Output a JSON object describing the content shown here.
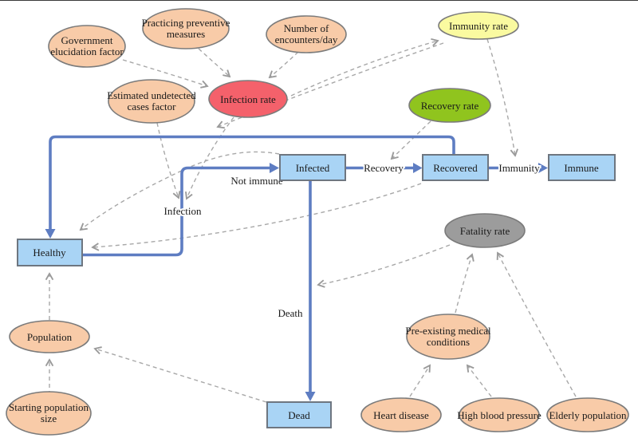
{
  "colors": {
    "flow_blue": "#5e7dc2",
    "flow_label_blue": "#4a6bc4",
    "link_gray": "#a8a8a8",
    "stock_fill": "#a9d4f5",
    "peach": "#f8cba8",
    "red": "#f4616b",
    "yellow": "#fafaa0",
    "green": "#90c41e",
    "gray": "#9c9c9c"
  },
  "variables": {
    "government": {
      "line1": "Government",
      "line2": "elucidation factor"
    },
    "practicing": {
      "line1": "Practicing preventive",
      "line2": "measures"
    },
    "encounters": {
      "line1": "Number of",
      "line2": "encounters/day"
    },
    "immunity_rate": {
      "label": "Immunity rate"
    },
    "infection_rate": {
      "label": "Infection rate"
    },
    "estimated": {
      "line1": "Estimated undetected",
      "line2": "cases factor"
    },
    "recovery_rate": {
      "label": "Recovery rate"
    },
    "fatality_rate": {
      "label": "Fatality rate"
    },
    "population": {
      "label": "Population"
    },
    "starting": {
      "line1": "Starting population",
      "line2": "size"
    },
    "preexisting": {
      "line1": "Pre-existing medical",
      "line2": "conditions"
    },
    "heart": {
      "label": "Heart disease"
    },
    "highbp": {
      "label": "High blood pressure"
    },
    "elderly": {
      "label": "Elderly population"
    }
  },
  "stocks": {
    "healthy": {
      "label": "Healthy"
    },
    "infected": {
      "label": "Infected"
    },
    "recovered": {
      "label": "Recovered"
    },
    "immune": {
      "label": "Immune"
    },
    "dead": {
      "label": "Dead"
    }
  },
  "flows": {
    "infection": {
      "label": "Infection"
    },
    "recovery": {
      "label": "Recovery"
    },
    "immunity": {
      "label": "Immunity"
    },
    "not_immune": {
      "label": "Not immune"
    },
    "death": {
      "label": "Death"
    }
  }
}
